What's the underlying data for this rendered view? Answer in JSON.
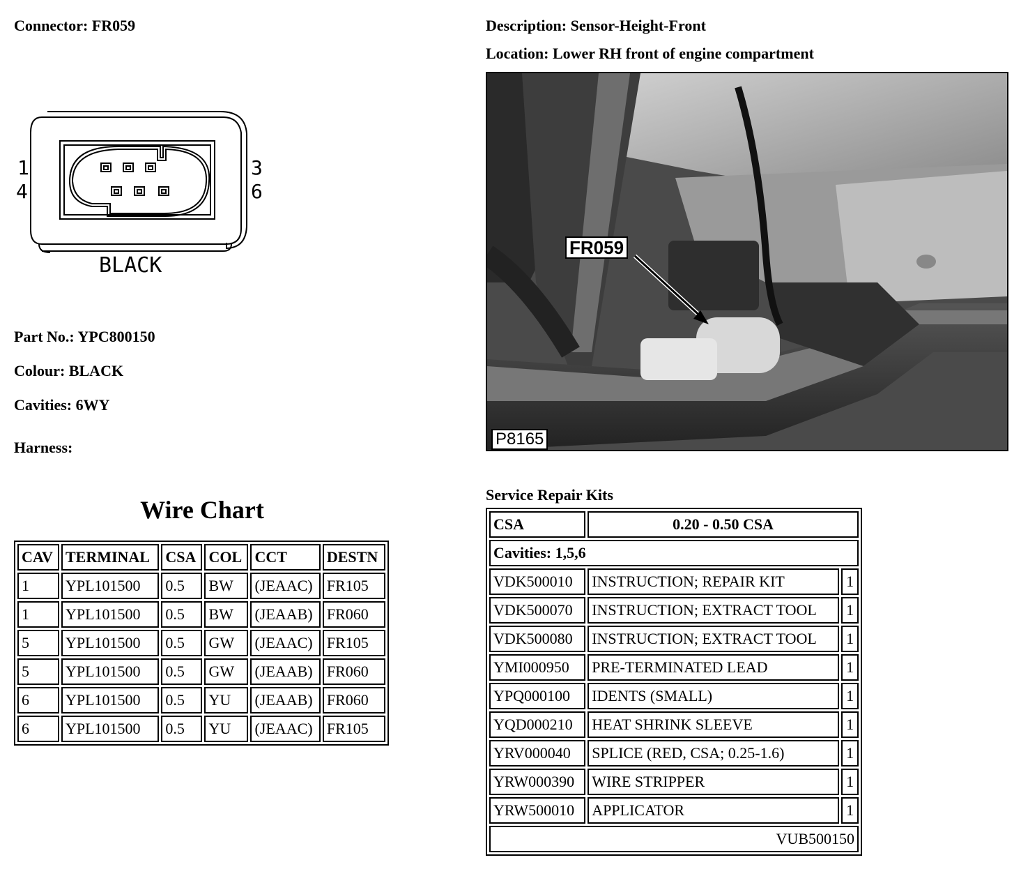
{
  "connector": {
    "label": "Connector:",
    "value": "FR059",
    "pin_numbers": [
      "1",
      "4",
      "3",
      "6"
    ],
    "colour_caption": "BLACK"
  },
  "description": {
    "label": "Description:",
    "value": "Sensor-Height-Front"
  },
  "location": {
    "label": "Location:",
    "value": "Lower RH front of engine compartment"
  },
  "part_no": {
    "label": "Part No.:",
    "value": "YPC800150"
  },
  "colour": {
    "label": "Colour:",
    "value": "BLACK"
  },
  "cavities": {
    "label": "Cavities:",
    "value": "6WY"
  },
  "harness": {
    "label": "Harness:",
    "value": ""
  },
  "photo": {
    "callout": "FR059",
    "figure_id": "P8165"
  },
  "wire_chart": {
    "title": "Wire Chart",
    "headers": [
      "CAV",
      "TERMINAL",
      "CSA",
      "COL",
      "CCT",
      "DESTN"
    ],
    "rows": [
      [
        "1",
        "YPL101500",
        "0.5",
        "BW",
        "(JEAAC)",
        "FR105"
      ],
      [
        "1",
        "YPL101500",
        "0.5",
        "BW",
        "(JEAAB)",
        "FR060"
      ],
      [
        "5",
        "YPL101500",
        "0.5",
        "GW",
        "(JEAAC)",
        "FR105"
      ],
      [
        "5",
        "YPL101500",
        "0.5",
        "GW",
        "(JEAAB)",
        "FR060"
      ],
      [
        "6",
        "YPL101500",
        "0.5",
        "YU",
        "(JEAAB)",
        "FR060"
      ],
      [
        "6",
        "YPL101500",
        "0.5",
        "YU",
        "(JEAAC)",
        "FR105"
      ]
    ]
  },
  "service_kits": {
    "title": "Service Repair Kits",
    "csa_label": "CSA",
    "csa_value": "0.20 - 0.50 CSA",
    "cavities_row": "Cavities: 1,5,6",
    "items": [
      [
        "VDK500010",
        "INSTRUCTION; REPAIR KIT",
        "1"
      ],
      [
        "VDK500070",
        "INSTRUCTION; EXTRACT TOOL",
        "1"
      ],
      [
        "VDK500080",
        "INSTRUCTION; EXTRACT TOOL",
        "1"
      ],
      [
        "YMI000950",
        "PRE-TERMINATED LEAD",
        "1"
      ],
      [
        "YPQ000100",
        "IDENTS (SMALL)",
        "1"
      ],
      [
        "YQD000210",
        "HEAT SHRINK SLEEVE",
        "1"
      ],
      [
        "YRV000040",
        "SPLICE (RED, CSA; 0.25-1.6)",
        "1"
      ],
      [
        "YRW000390",
        "WIRE STRIPPER",
        "1"
      ],
      [
        "YRW500010",
        "APPLICATOR",
        "1"
      ]
    ],
    "kit_code": "VUB500150"
  }
}
